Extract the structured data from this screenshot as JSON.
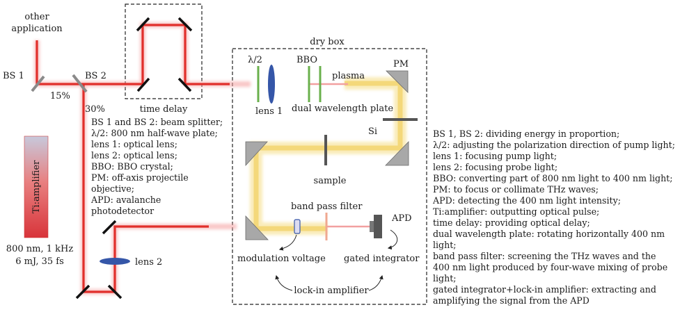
{
  "labels": {
    "other_application": [
      "other",
      "application"
    ],
    "bs1": "BS 1",
    "bs2": "BS 2",
    "pct15": "15%",
    "pct30": "30%",
    "amplifier": "Ti:amplifier",
    "amp_specs": [
      "800 nm, 1 kHz",
      "6 mJ, 35 fs"
    ],
    "time_delay": "time delay",
    "dry_box": "dry box",
    "half_wave": "λ/2",
    "bbo": "BBO",
    "plasma": "plasma",
    "pm": "PM",
    "lens1": "lens 1",
    "dual_plate": "dual wavelength plate",
    "si": "Si",
    "sample": "sample",
    "band_pass": "band pass filter",
    "apd": "APD",
    "modulation": "modulation voltage",
    "gated": "gated integrator",
    "lockin": "lock-in amplifier",
    "lens2": "lens 2"
  },
  "left_legend": [
    "BS 1 and BS 2: beam splitter;",
    "λ/2: 800 nm half-wave plate;",
    "lens 1: optical lens;",
    "lens 2: optical lens;",
    "BBO: BBO crystal;",
    "PM: off-axis projectile",
    "objective;",
    "APD: avalanche",
    "photodetector"
  ],
  "right_legend": [
    "BS 1, BS 2: dividing energy in proportion;",
    "λ/2: adjusting the polarization direction of pump light;",
    "lens 1: focusing pump light;",
    "lens 2: focusing probe light;",
    "BBO: converting part of 800 nm light to 400 nm light;",
    "PM: to focus or collimate THz waves;",
    "APD: detecting the 400 nm light intensity;",
    "Ti:amplifier: outputting optical pulse;",
    "time delay: providing optical delay;",
    "dual wavelength plate: rotating horizontally 400 nm",
    "light;",
    "band pass filter: screening the THz waves and the",
    "400 nm light produced by four-wave mixing of probe",
    "light;",
    "gated integrator+lock-in amplifier: extracting and",
    "amplifying the signal from the APD"
  ]
}
